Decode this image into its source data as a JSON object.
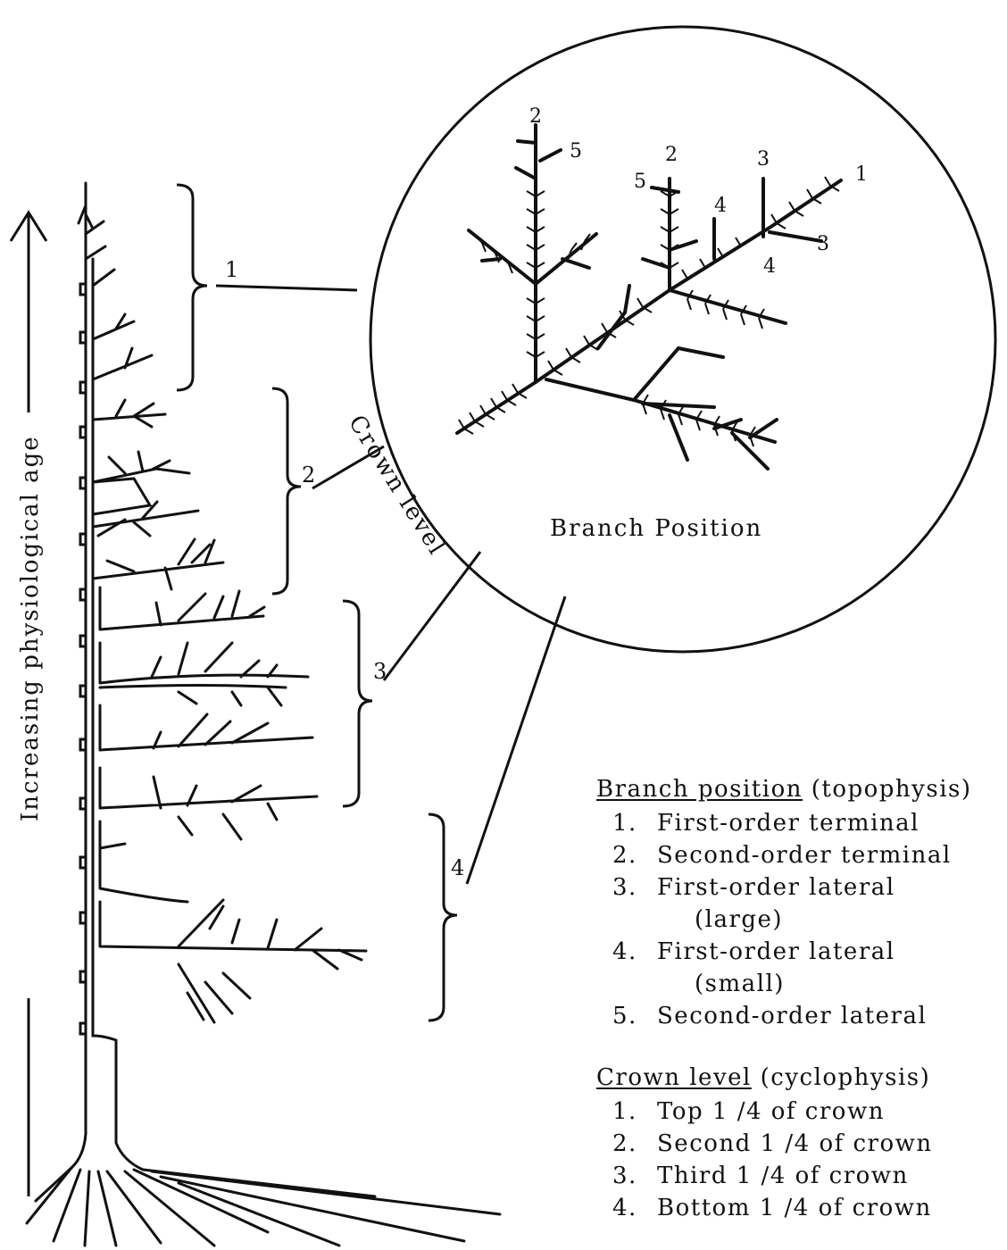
{
  "diagram": {
    "axis_label": "Increasing physiological age",
    "circle_label": "Branch Position",
    "crown_level_label": "Crown level",
    "bracket_numbers": [
      "1",
      "2",
      "3",
      "4"
    ],
    "circle_markers": [
      "2",
      "5",
      "2",
      "5",
      "3",
      "1",
      "4",
      "3",
      "4"
    ]
  },
  "branch_legend": {
    "title": "Branch position",
    "suffix": " (topophysis)",
    "items": [
      {
        "num": "1.",
        "text": "First-order terminal"
      },
      {
        "num": "2.",
        "text": "Second-order terminal"
      },
      {
        "num": "3.",
        "text": "First-order lateral",
        "cont": "(large)"
      },
      {
        "num": "4.",
        "text": "First-order lateral",
        "cont": "(small)"
      },
      {
        "num": "5.",
        "text": "Second-order lateral"
      }
    ]
  },
  "crown_legend": {
    "title": "Crown level",
    "suffix": " (cyclophysis)",
    "items": [
      {
        "num": "1.",
        "text": "Top 1 /4 of crown"
      },
      {
        "num": "2.",
        "text": "Second 1 /4 of crown"
      },
      {
        "num": "3.",
        "text": "Third 1 /4 of crown"
      },
      {
        "num": "4.",
        "text": "Bottom 1 /4 of crown"
      }
    ]
  }
}
